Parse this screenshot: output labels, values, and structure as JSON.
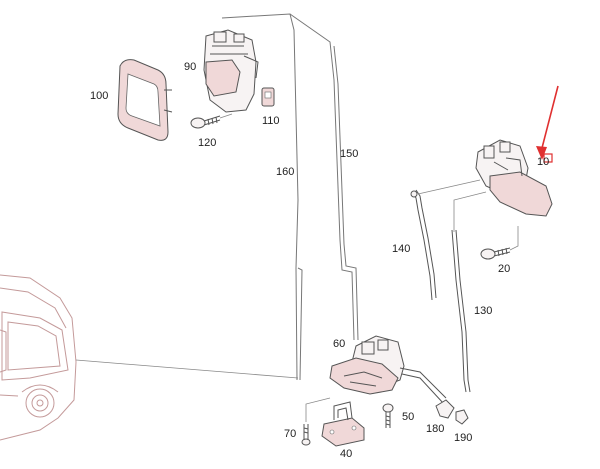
{
  "callouts": {
    "p10": "10",
    "p20": "20",
    "p40": "40",
    "p50": "50",
    "p60": "60",
    "p70": "70",
    "p90": "90",
    "p100": "100",
    "p110": "110",
    "p120": "120",
    "p130": "130",
    "p140": "140",
    "p150": "150",
    "p160": "160",
    "p180": "180",
    "p190": "190"
  },
  "colors": {
    "highlight_arrow": "#e03030",
    "part_tint": "#f0d8d8",
    "line": "#555555"
  }
}
